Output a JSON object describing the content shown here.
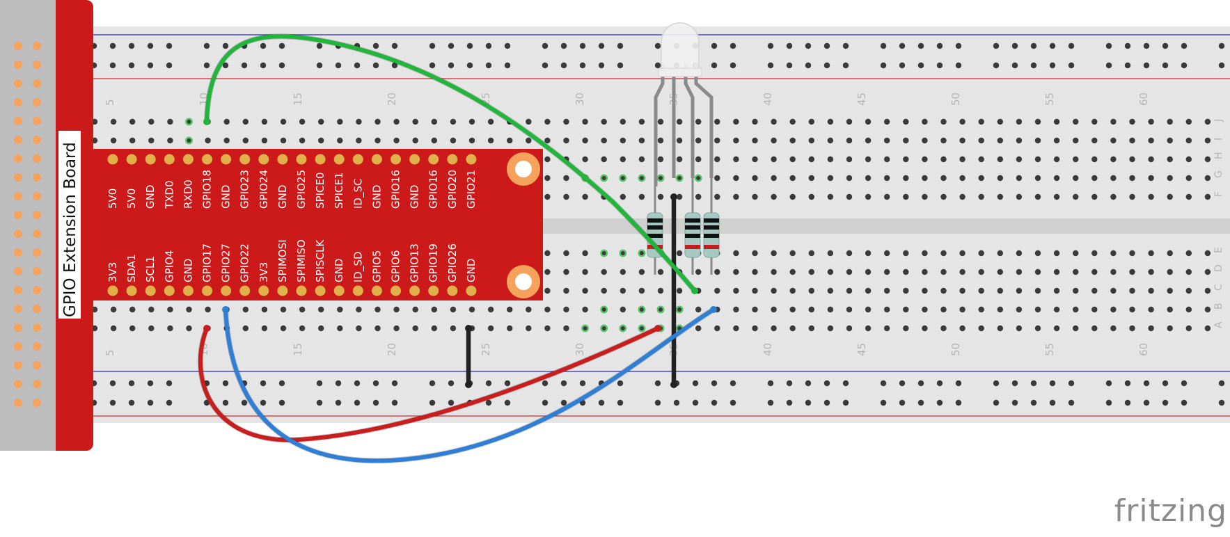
{
  "board": {
    "title": "GPIO Extension Board",
    "top_labels": [
      "5V0",
      "5V0",
      "GND",
      "TXD0",
      "RXD0",
      "GPIO18",
      "GND",
      "GPIO23",
      "GPIO24",
      "GND",
      "GPIO25",
      "SPICE0",
      "SPICE1",
      "ID_SC",
      "GND",
      "GPIO16",
      "GND",
      "GPIO16",
      "GPIO20",
      "GPIO21"
    ],
    "bottom_labels": [
      "3V3",
      "SDA1",
      "SCL1",
      "GPIO4",
      "GND",
      "GPIO17",
      "GPIO27",
      "GPIO22",
      "3V3",
      "SPIMOSI",
      "SPIMISO",
      "SPISCLK",
      "GND",
      "ID_SD",
      "GPIO5",
      "GPIO6",
      "GPIO13",
      "GPIO19",
      "GPIO26",
      "GND"
    ]
  },
  "breadboard": {
    "column_numbers": [
      "5",
      "10",
      "15",
      "20",
      "25",
      "30",
      "35",
      "40",
      "45",
      "50",
      "55",
      "60"
    ],
    "row_letters_top": [
      "J",
      "I",
      "H",
      "G",
      "F"
    ],
    "row_letters_bottom": [
      "E",
      "D",
      "C",
      "B",
      "A"
    ]
  },
  "wires": [
    {
      "color": "#22b53c",
      "name": "green-wire"
    },
    {
      "color": "#c81e1e",
      "name": "red-wire"
    },
    {
      "color": "#2f7fd6",
      "name": "blue-wire"
    },
    {
      "color": "#222222",
      "name": "black-wire"
    }
  ],
  "colors": {
    "board_red": "#cc1a1a",
    "header_gray": "#bdbdbd",
    "pin_orange": "#f5a25d",
    "breadboard": "#e5e5e5",
    "rail_blue": "#2a2ad6",
    "rail_red": "#d62a2a"
  },
  "brand": "fritzing"
}
